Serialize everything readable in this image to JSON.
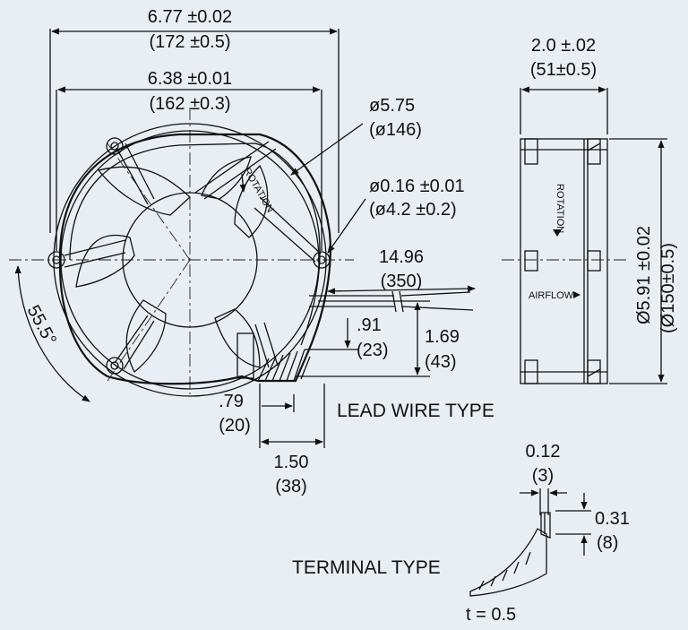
{
  "colors": {
    "background": "#e9eef5",
    "ink": "#111111",
    "fill": "#ffffff",
    "shade": "#cfd6df"
  },
  "dimensions": {
    "overall_width": {
      "inch": "6.77 ±0.02",
      "mm": "(172 ±0.5)"
    },
    "hole_spacing": {
      "inch": "6.38 ±0.01",
      "mm": "(162 ±0.3)"
    },
    "frame_dia": {
      "inch": "ø5.75",
      "mm": "(ø146)"
    },
    "hole_dia": {
      "inch": "ø0.16 ±0.01",
      "mm": "(ø4.2 ±0.2)"
    },
    "lead_length": {
      "inch": "14.96",
      "mm": "(350)"
    },
    "dim_91": {
      "inch": ".91",
      "mm": "(23)"
    },
    "dim_169": {
      "inch": "1.69",
      "mm": "(43)"
    },
    "dim_79": {
      "inch": ".79",
      "mm": "(20)"
    },
    "dim_150": {
      "inch": "1.50",
      "mm": "(38)"
    },
    "angle": "55.5°",
    "depth": {
      "inch": "2.0 ±.02",
      "mm": "(51±0.5)"
    },
    "height": {
      "inch": "Ø5.91 ±0.02",
      "mm": "(Ø150±0.5)"
    },
    "terminal_width": {
      "inch": "0.12",
      "mm": "(3)"
    },
    "terminal_height": {
      "inch": "0.31",
      "mm": "(8)"
    }
  },
  "labels": {
    "rotation": "ROTATION",
    "airflow": "AIRFLOW",
    "lead_wire_type": "LEAD WIRE TYPE",
    "terminal_type": "TERMINAL TYPE",
    "thickness": "t = 0.5"
  }
}
